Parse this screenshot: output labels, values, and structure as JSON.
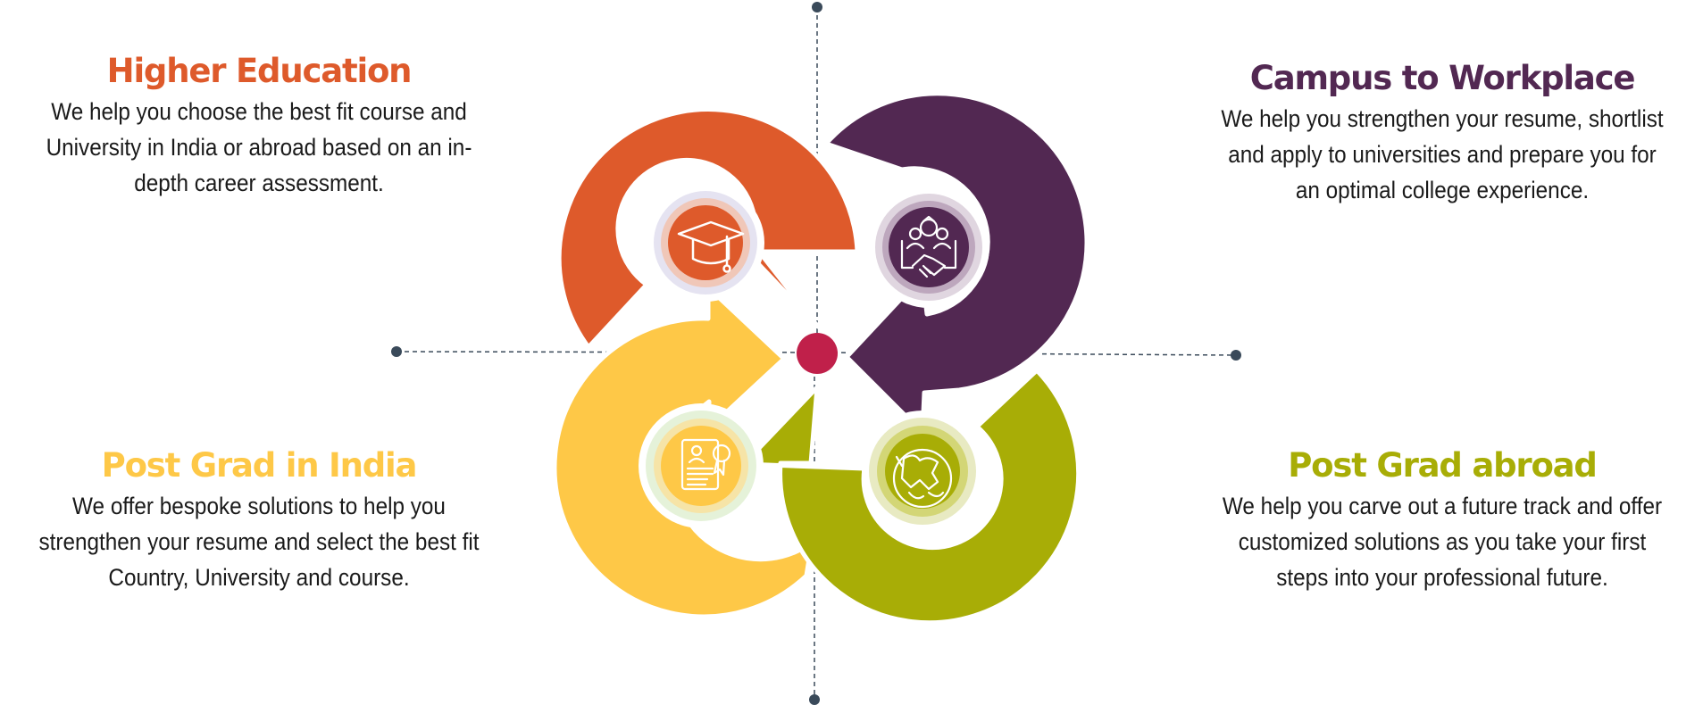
{
  "colors": {
    "higher_education": "#DE5A2B",
    "campus_to_workplace": "#522852",
    "post_grad_india": "#FEC847",
    "post_grad_abroad": "#A8AD06",
    "center_dot": "#C0204A",
    "guide_line": "#3A4A5A"
  },
  "quadrants": {
    "higher_education": {
      "title": "Higher Education",
      "description": "We help you choose the best fit course and University in India or abroad based on an in-depth career assessment.",
      "icon": "graduation-cap-icon"
    },
    "campus_to_workplace": {
      "title": "Campus to Workplace",
      "description": "We help you strengthen your resume, shortlist and apply to universities and prepare you for an optimal college experience.",
      "icon": "handshake-team-icon"
    },
    "post_grad_india": {
      "title": "Post Grad in India",
      "description": "We offer bespoke solutions to help you strengthen your resume and select the best fit Country, University and course.",
      "icon": "certificate-icon"
    },
    "post_grad_abroad": {
      "title": "Post Grad abroad",
      "description": "We help you carve out a future track and offer customized solutions  as you take your first steps into your professional future.",
      "icon": "globe-plant-icon"
    }
  }
}
